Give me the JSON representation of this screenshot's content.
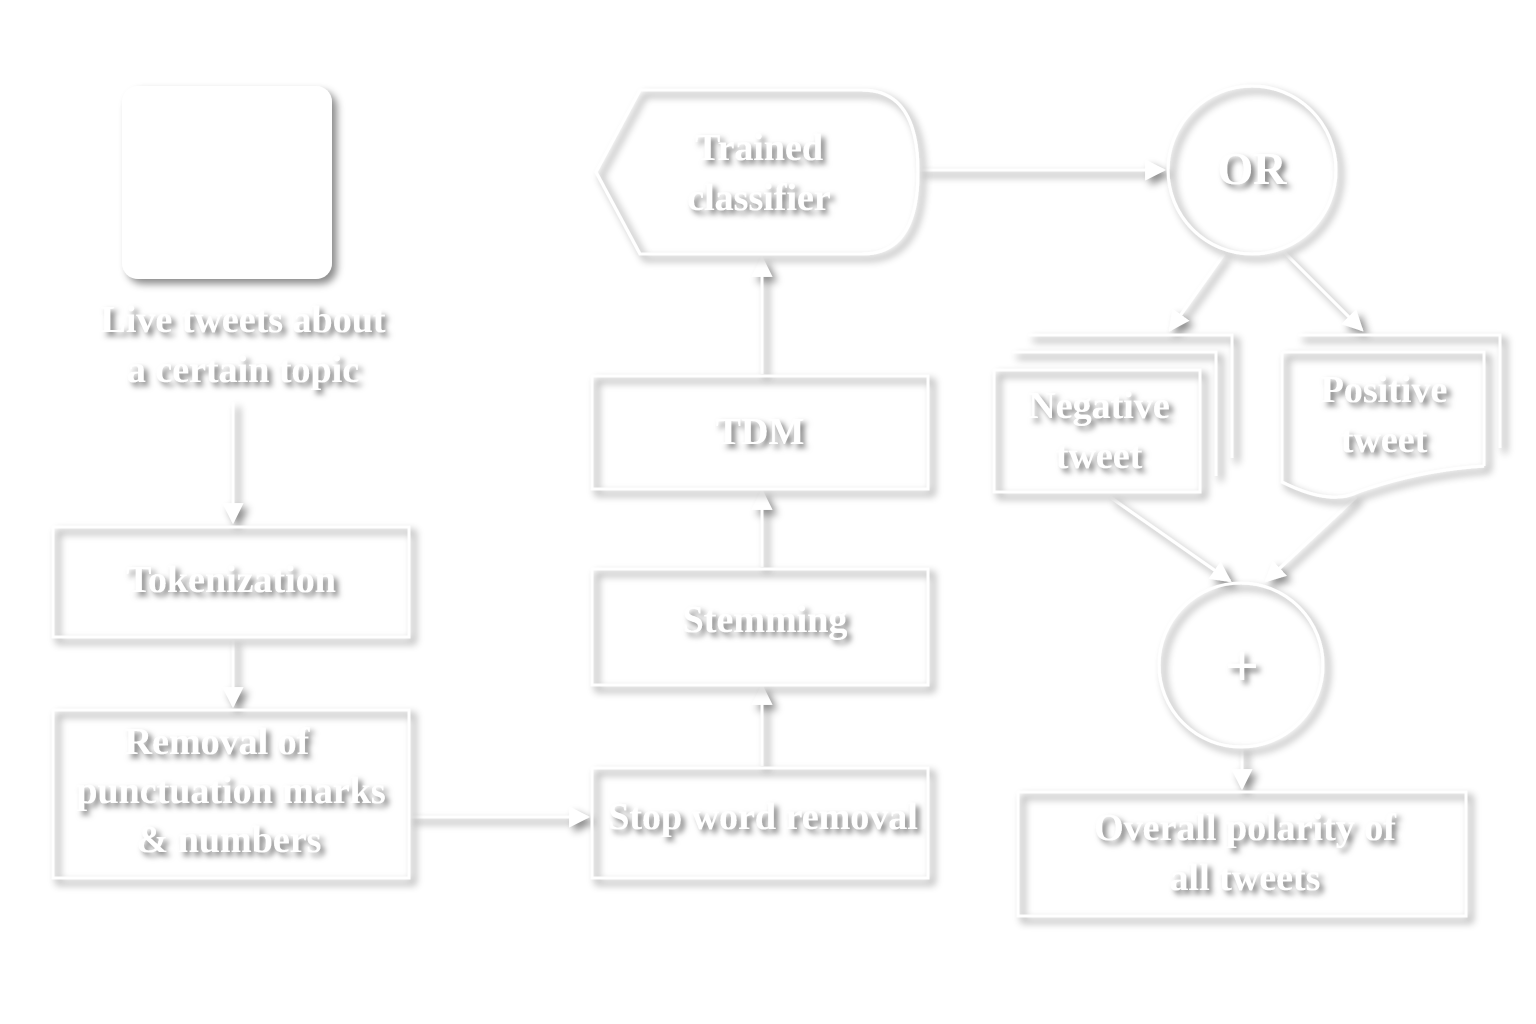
{
  "diagram": {
    "source": {
      "caption_line1": "Live tweets about",
      "caption_line2": "a certain topic"
    },
    "steps": {
      "tokenization": "Tokenization",
      "removal_line1": "Removal of",
      "removal_line2": "punctuation marks",
      "removal_line3": "& numbers",
      "stop_word": "Stop word removal",
      "stemming": "Stemming",
      "tdm": "TDM"
    },
    "classifier": {
      "line1": "Trained",
      "line2": "classifier"
    },
    "or_gate": "OR",
    "negative": {
      "line1": "Negative",
      "line2": "tweet"
    },
    "positive": {
      "line1": "Positive",
      "line2": "tweet"
    },
    "sum_gate": "+",
    "result": {
      "line1": "Overall polarity of",
      "line2": "all tweets"
    }
  }
}
